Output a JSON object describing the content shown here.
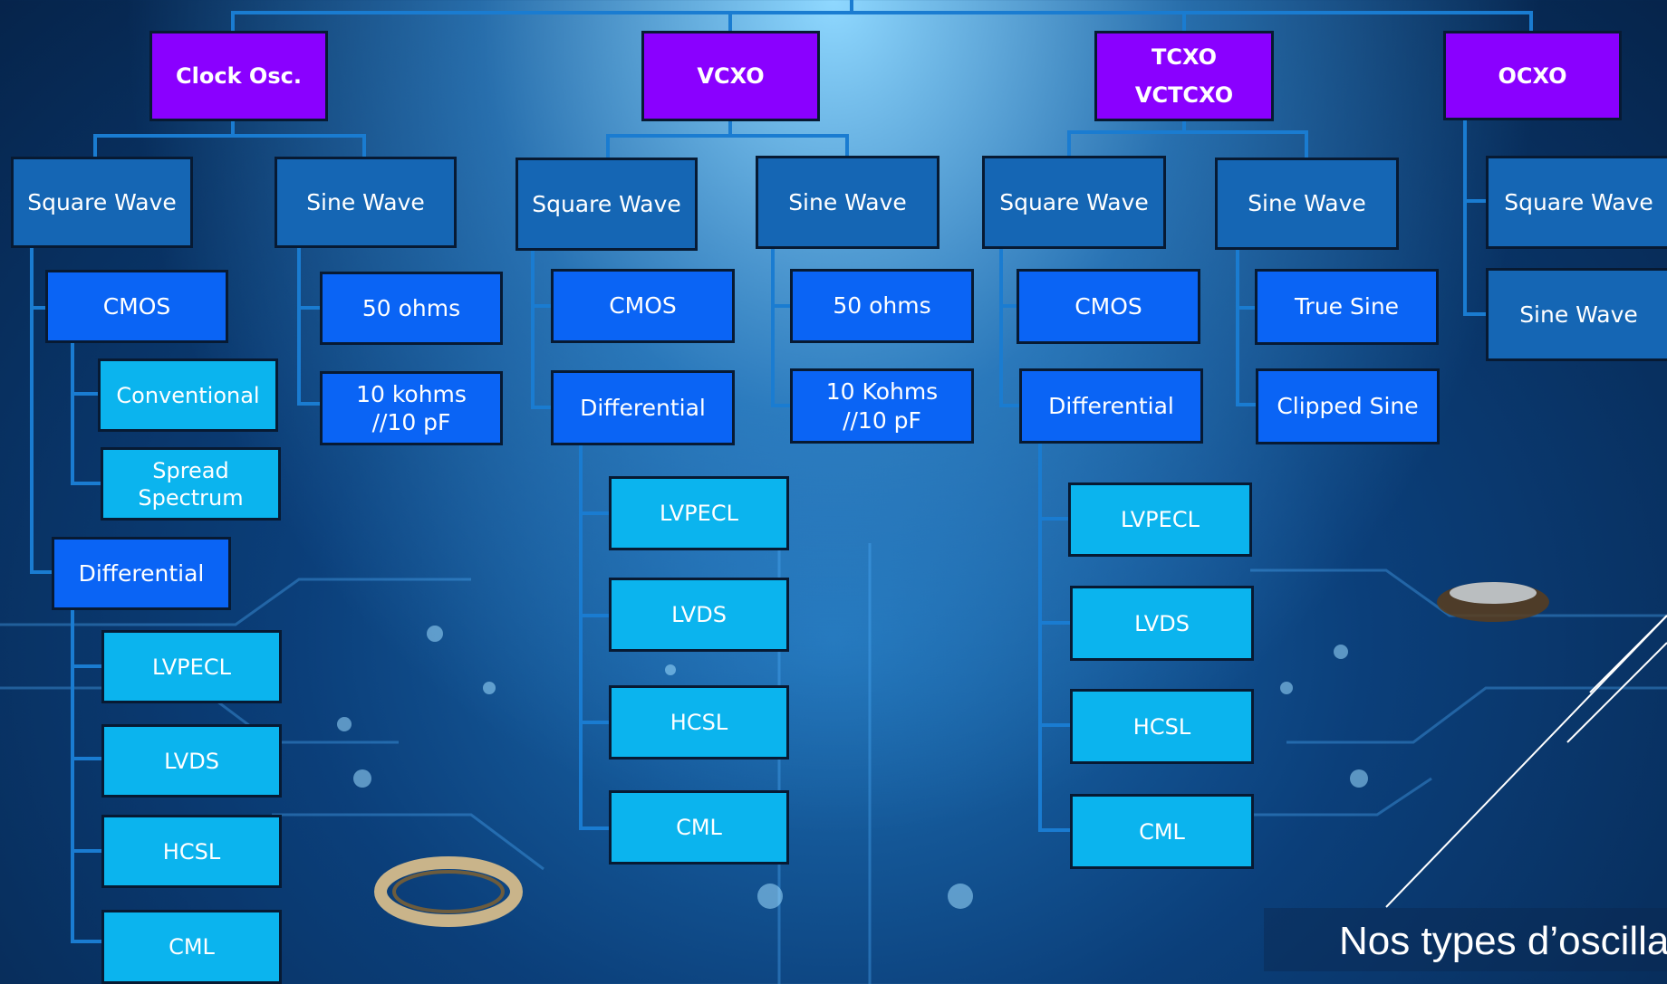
{
  "slide_title": "Nos types d’oscilla",
  "colors": {
    "level1": "#8a00ff",
    "level2": "#1566b4",
    "level3": "#0a64f5",
    "level4": "#0bb4ee",
    "connector": "#1a7cd1"
  },
  "tree": {
    "clock_osc": {
      "label": "Clock Osc.",
      "square_wave": {
        "label": "Square Wave",
        "cmos": {
          "label": "CMOS",
          "conventional": "Conventional",
          "spread_spectrum": "Spread Spectrum"
        },
        "differential": {
          "label": "Differential",
          "lvpecl": "LVPECL",
          "lvds": "LVDS",
          "hcsl": "HCSL",
          "cml": "CML"
        }
      },
      "sine_wave": {
        "label": "Sine Wave",
        "load_50": "50 ohms",
        "load_10k": "10 kohms //10 pF"
      }
    },
    "vcxo": {
      "label": "VCXO",
      "square_wave": {
        "label": "Square Wave",
        "cmos": "CMOS",
        "differential": {
          "label": "Differential",
          "lvpecl": "LVPECL",
          "lvds": "LVDS",
          "hcsl": "HCSL",
          "cml": "CML"
        }
      },
      "sine_wave": {
        "label": "Sine Wave",
        "load_50": "50 ohms",
        "load_10k": "10 Kohms //10 pF"
      }
    },
    "tcxo": {
      "label_line1": "TCXO",
      "label_line2": "VCTCXO",
      "square_wave": {
        "label": "Square Wave",
        "cmos": "CMOS",
        "differential": {
          "label": "Differential",
          "lvpecl": "LVPECL",
          "lvds": "LVDS",
          "hcsl": "HCSL",
          "cml": "CML"
        }
      },
      "sine_wave": {
        "label": "Sine Wave",
        "true_sine": "True Sine",
        "clipped_sine": "Clipped Sine"
      }
    },
    "ocxo": {
      "label": "OCXO",
      "square_wave": "Square Wave",
      "sine_wave": "Sine Wave"
    }
  }
}
